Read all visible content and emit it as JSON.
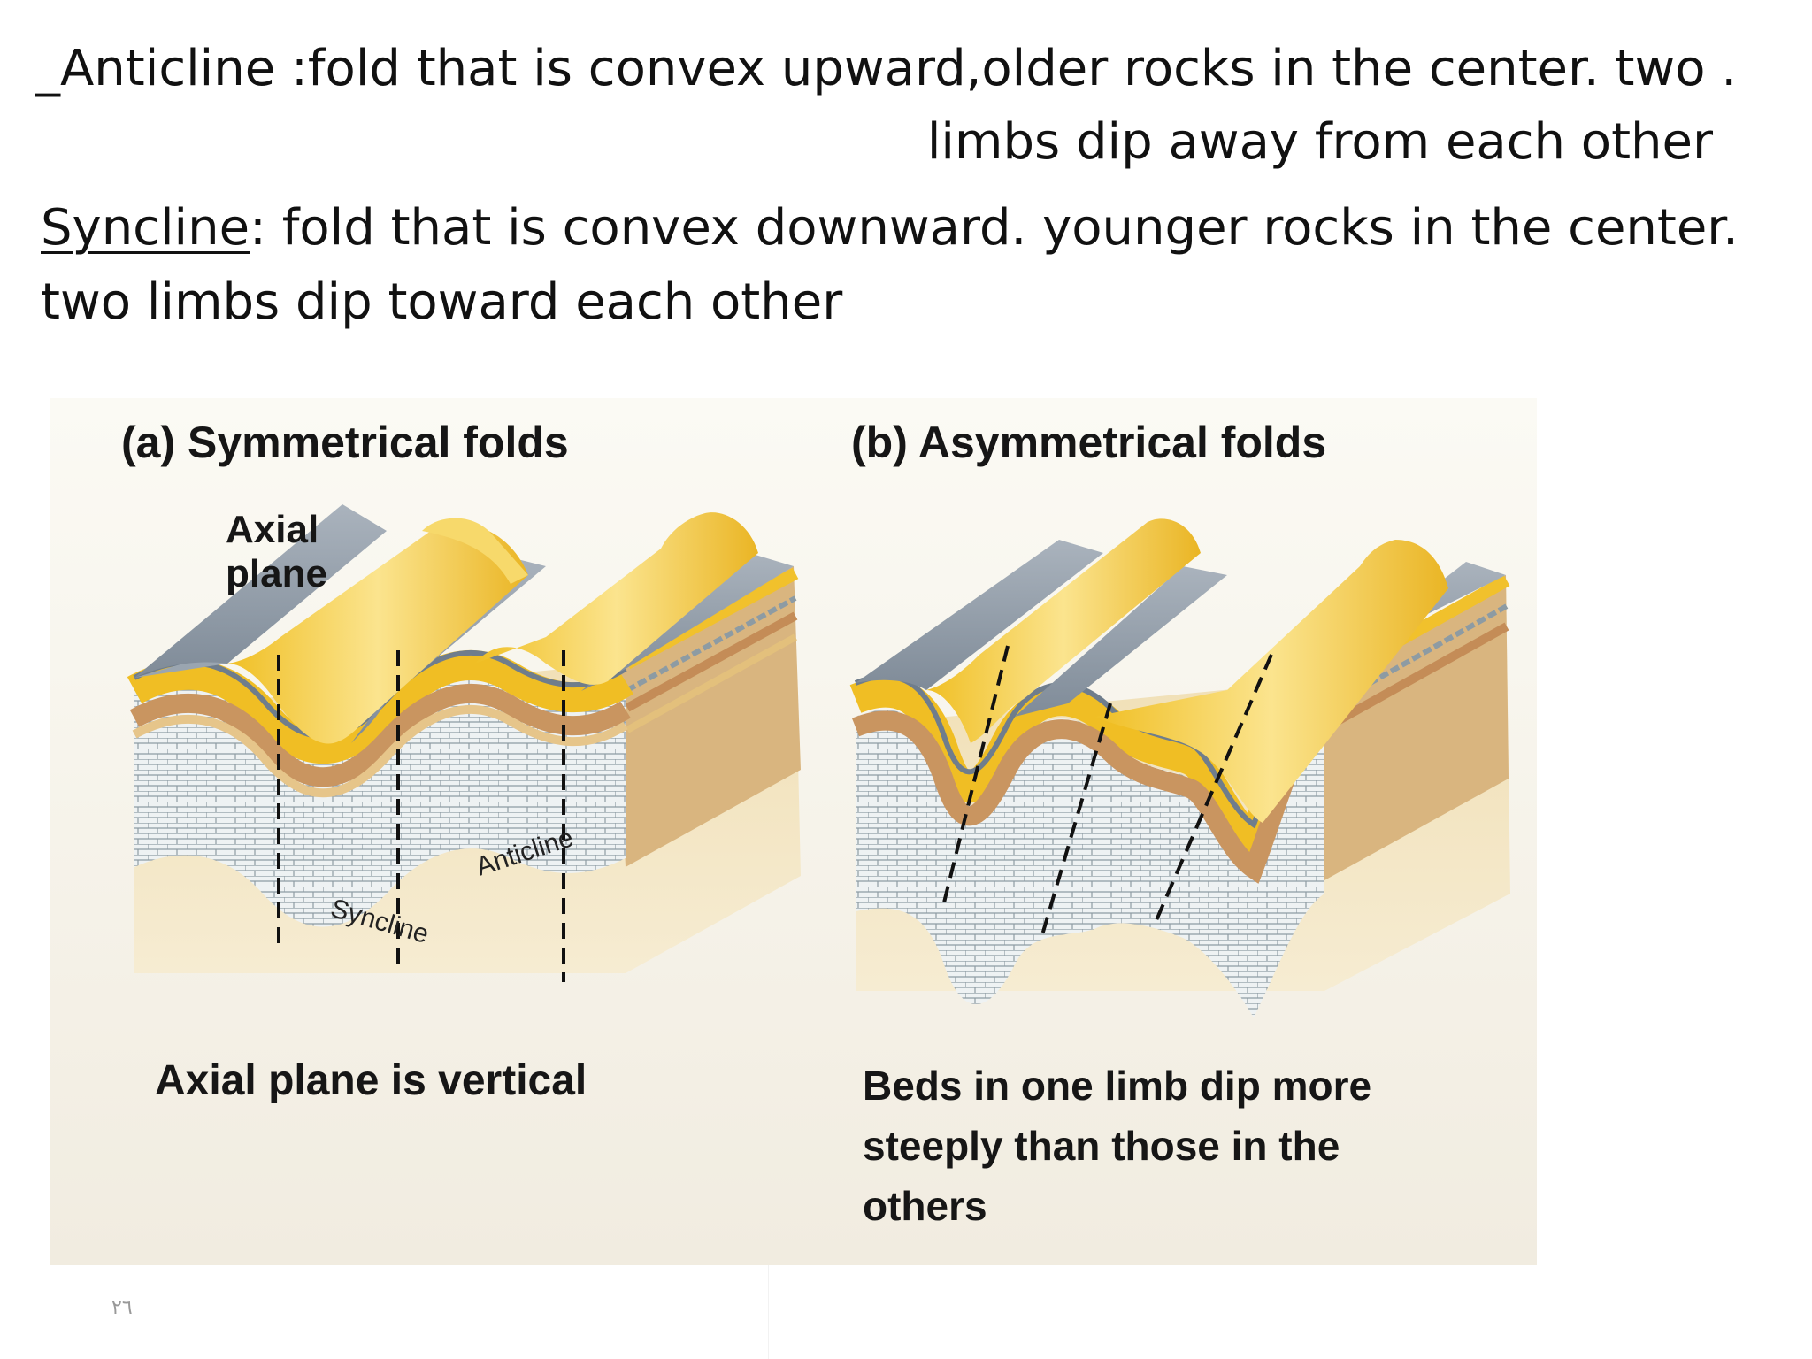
{
  "text": {
    "anticline_prefix": "_",
    "anticline_line1": "Anticline :fold that is convex upward,older rocks in the center. two .",
    "anticline_line2": "limbs dip away from each other",
    "syncline_term": "Syncline",
    "syncline_rest": ": fold that is convex downward. younger rocks in the center.",
    "syncline_line2": "two limbs dip toward each other"
  },
  "figure": {
    "panel_a_title": "(a) Symmetrical folds",
    "panel_b_title": "(b) Asymmetrical folds",
    "axial_plane_line1": "Axial",
    "axial_plane_line2": "plane",
    "syncline_label": "Syncline",
    "anticline_label": "Anticline",
    "caption_a": "Axial plane is vertical",
    "caption_b_line1": "Beds in one limb dip more",
    "caption_b_line2": "steeply than those in the",
    "caption_b_line3": "others"
  },
  "colors": {
    "figure_bg": "#f4f1e6",
    "fold_yellow": "#f2c633",
    "fold_yellow_light": "#f8dd7a",
    "grey_top": "#8f9aa6",
    "brown_layer": "#c99c66",
    "limestone": "#e6ecee",
    "sand_base": "#ead7a8"
  },
  "page_number": "٢٦"
}
